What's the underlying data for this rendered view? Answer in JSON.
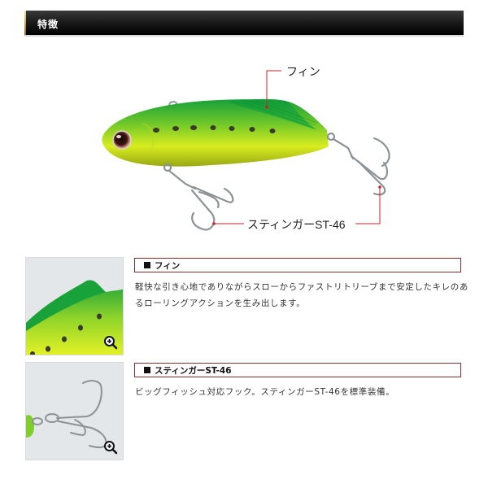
{
  "header": {
    "title": "特徴"
  },
  "diagram": {
    "callouts": [
      {
        "id": "fin",
        "label": "フィン"
      },
      {
        "id": "stinger",
        "label": "スティンガーST-46"
      }
    ],
    "colors": {
      "leader_line": "#c8252c",
      "body_top": "#1fa83a",
      "body_belly": "#e6f226"
    }
  },
  "features": [
    {
      "heading": "フィン",
      "description": "軽快な引き心地でありながらスローからファストリトリーブまで安定したキレのあるローリングアクションを生み出します。",
      "thumbnail": {
        "subject": "fin-closeup",
        "zoom_icon": "zoom-in-icon"
      }
    },
    {
      "heading": "スティンガーST-46",
      "description": "ビッグフィッシュ対応フック。スティンガーST-46を標準装備。",
      "thumbnail": {
        "subject": "stinger-hook-closeup",
        "zoom_icon": "zoom-in-icon"
      }
    }
  ]
}
